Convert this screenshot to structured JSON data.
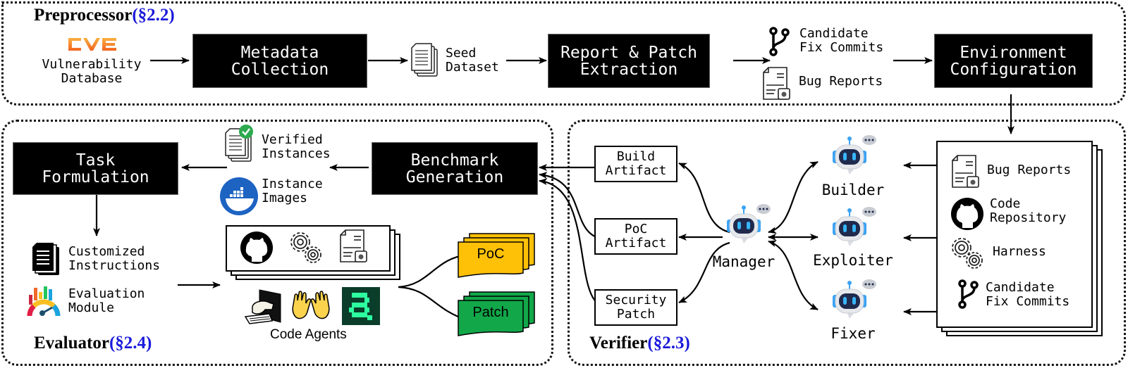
{
  "preprocessor": {
    "title": "Preprocessor",
    "section_ref": "(§2.2)",
    "source": {
      "logo_text": "CVE",
      "label_lines": [
        "Vulnerability",
        "Database"
      ],
      "logo_color": "#f7941d"
    },
    "steps": {
      "metadata": [
        "Metadata",
        "Collection"
      ],
      "seed_dataset": [
        "Seed",
        "Dataset"
      ],
      "extraction": [
        "Report & Patch",
        "Extraction"
      ],
      "candidate_commits": [
        "Candidate",
        "Fix Commits"
      ],
      "bug_reports": "Bug Reports",
      "environment": [
        "Environment",
        "Configuration"
      ]
    }
  },
  "verifier": {
    "title": "Verifier",
    "section_ref": "(§2.3)",
    "artifacts": {
      "build": [
        "Build",
        "Artifact"
      ],
      "poc": [
        "PoC",
        "Artifact"
      ],
      "patch": [
        "Security",
        "Patch"
      ]
    },
    "agents": {
      "manager": "Manager",
      "builder": "Builder",
      "exploiter": "Exploiter",
      "fixer": "Fixer"
    },
    "resources": {
      "bug_reports": "Bug Reports",
      "code_repository": [
        "Code",
        "Repository"
      ],
      "harness": "Harness",
      "candidate_commits": [
        "Candidate",
        "Fix Commits"
      ]
    },
    "robot_colors": {
      "face": "#1f2a4d",
      "eyes": "#38b6ff",
      "body": "#e6e8ec",
      "ears": "#3aa3f5"
    }
  },
  "benchmark": {
    "generation": [
      "Benchmark",
      "Generation"
    ],
    "verified_instances": [
      "Verified",
      "Instances"
    ],
    "instance_images": [
      "Instance",
      "Images"
    ],
    "docker_color": "#1d63c2",
    "check_color": "#2eaa4f"
  },
  "evaluator": {
    "title": "Evaluator",
    "section_ref": "(§2.4)",
    "task_formulation": [
      "Task",
      "Formulation"
    ],
    "customized_instructions": [
      "Customized",
      "Instructions"
    ],
    "evaluation_module": [
      "Evaluation",
      "Module"
    ],
    "code_agents": "Code Agents",
    "outputs": {
      "poc": {
        "label": "PoC",
        "color": "#ffc107"
      },
      "patch": {
        "label": "Patch",
        "color": "#12a84a"
      }
    }
  }
}
